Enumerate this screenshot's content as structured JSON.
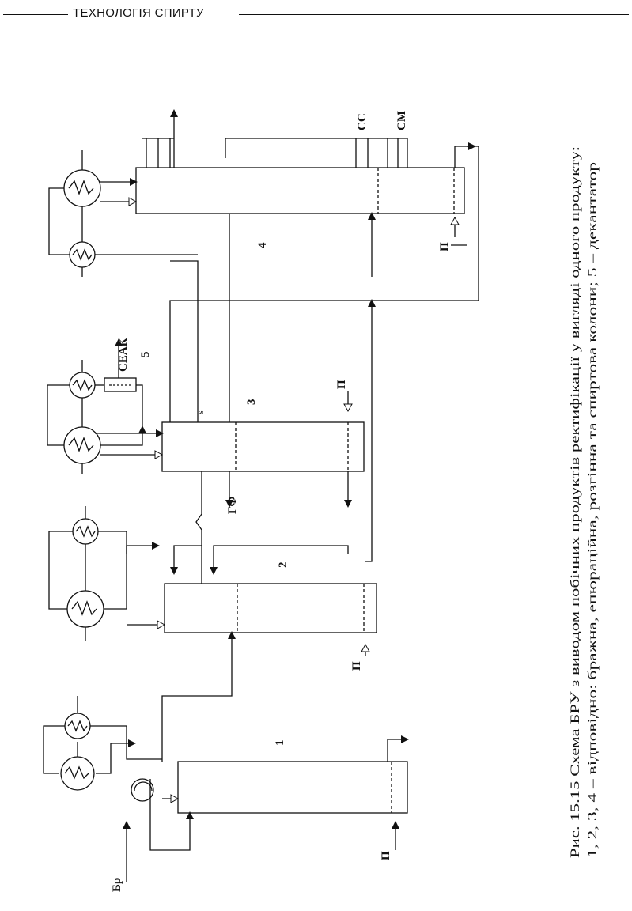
{
  "header": {
    "title": "ТЕХНОЛОГІЯ СПИРТУ"
  },
  "caption": {
    "line1": "Рис. 15.15 Схема БРУ з виводом побічних продуктів ректифікації у вигляді одного продукту:",
    "line2": "1, 2, 3, 4 – відповідно: бражна, епюраційна, розгінна та спиртова колони; 5 – декантатор"
  },
  "labels": {
    "col1": "1",
    "col2": "2",
    "col3": "3",
    "col4": "4",
    "dec5": "5",
    "br": "Бр",
    "p1": "П",
    "p2": "П",
    "p3": "П",
    "p4": "П",
    "gf": "ГФ",
    "seak": "СЕАК",
    "ss": "СС",
    "sm": "СМ",
    "s_mark": "s"
  },
  "colors": {
    "ink": "#111111",
    "paper": "#ffffff"
  }
}
